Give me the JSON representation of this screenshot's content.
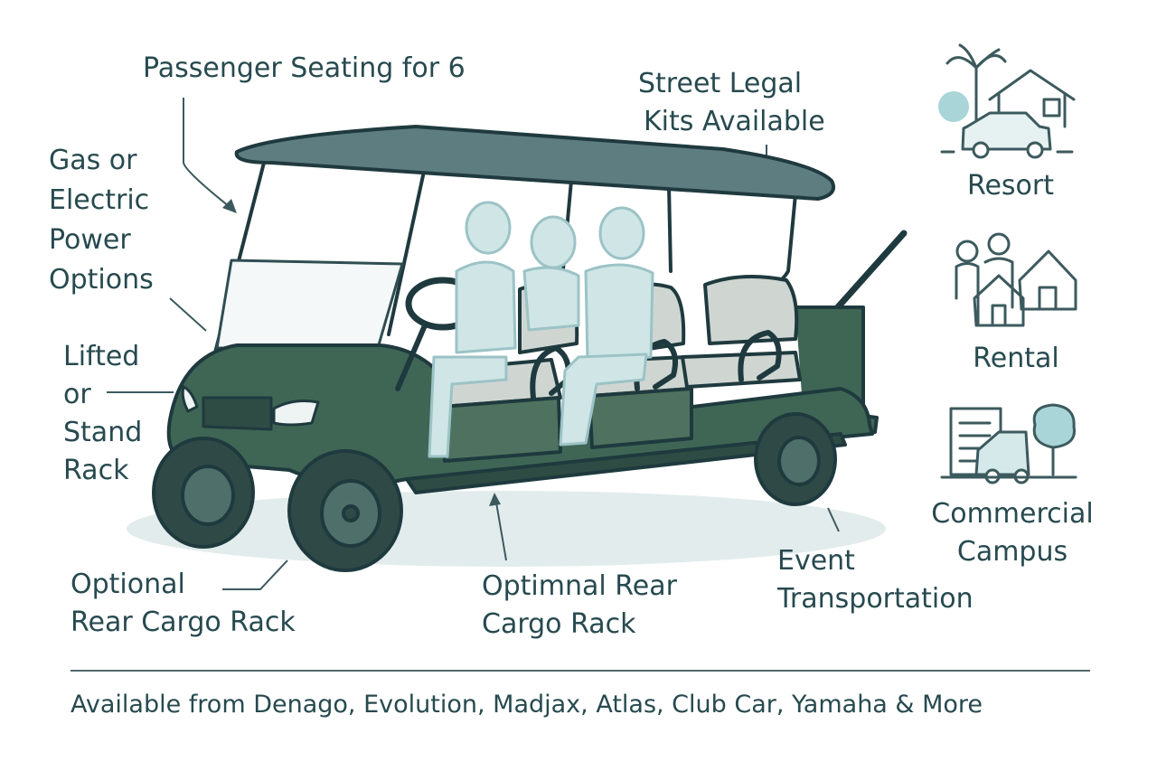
{
  "callouts": {
    "seating": "Passenger Seating for 6",
    "street_legal_line1": "Street Legal",
    "street_legal_line2": "Kits Available",
    "power_line1": "Gas or",
    "power_line2": "Electric",
    "power_line3": "Power",
    "power_line4": "Options",
    "lift_line1": "Lifted",
    "lift_line2": "or",
    "lift_line3": "Stand",
    "lift_line4": "Rack",
    "cargo_left_line1": "Optional",
    "cargo_left_line2": "Rear Cargo Rack",
    "cargo_mid_line1": "Optimnal Rear",
    "cargo_mid_line2": "Cargo Rack",
    "event_line1": "Event",
    "event_line2": "Transportation"
  },
  "uses": [
    {
      "label": "Resort",
      "icon": "resort-icon"
    },
    {
      "label": "Rental",
      "icon": "rental-icon"
    },
    {
      "label_line1": "Commercial",
      "label_line2": "Campus",
      "icon": "commercial-campus-icon"
    }
  ],
  "footer": "Available from Denago, Evolution, Madjax, Atlas, Club Car, Yamaha & More",
  "colors": {
    "ink": "#274a4f",
    "cart_body": "#3f6655",
    "roof": "#5d7d80",
    "seat": "#cfd6d2",
    "passenger": "#cfe5e6",
    "accent": "#a9d4d8"
  }
}
